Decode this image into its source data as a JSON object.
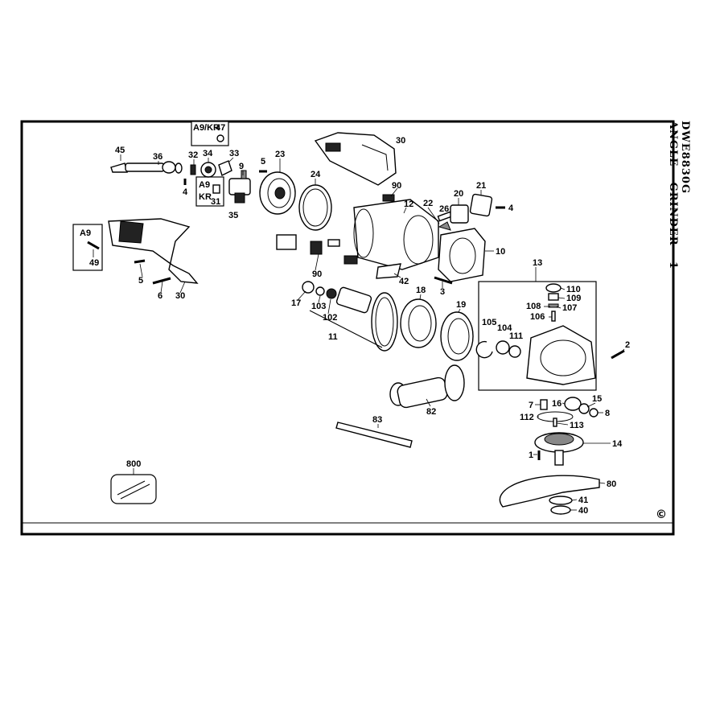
{
  "sheet": {
    "model": "DWE8830G",
    "title": "ANGLE GRINDER 1",
    "copyright_symbol": "©"
  },
  "insets": {
    "top_variant": "A9/KR",
    "mid_a9": "A9",
    "mid_kr": "KR",
    "left_a9": "A9"
  },
  "callouts": {
    "c47": "47",
    "c45": "45",
    "c36": "36",
    "c32": "32",
    "c34": "34",
    "c33": "33",
    "c4a": "4",
    "c31": "31",
    "c9": "9",
    "c35": "35",
    "c5a": "5",
    "c23": "23",
    "c24": "24",
    "c30a": "30",
    "c90a": "90",
    "c12": "12",
    "c22": "22",
    "c26": "26",
    "c20": "20",
    "c21": "21",
    "c4b": "4",
    "c10": "10",
    "c90b": "90",
    "c42": "42",
    "c3": "3",
    "c49": "49",
    "c5b": "5",
    "c6": "6",
    "c30b": "30",
    "c13": "13",
    "c17": "17",
    "c103": "103",
    "c102": "102",
    "c11": "11",
    "c18": "18",
    "c19": "19",
    "c110": "110",
    "c109": "109",
    "c108": "108",
    "c107": "107",
    "c106": "106",
    "c105": "105",
    "c104": "104",
    "c111": "111",
    "c2": "2",
    "c82": "82",
    "c83": "83",
    "c7": "7",
    "c16": "16",
    "c15": "15",
    "c112": "112",
    "c8": "8",
    "c113": "113",
    "c14": "14",
    "c1": "1",
    "c80": "80",
    "c41": "41",
    "c40": "40",
    "c800": "800"
  }
}
